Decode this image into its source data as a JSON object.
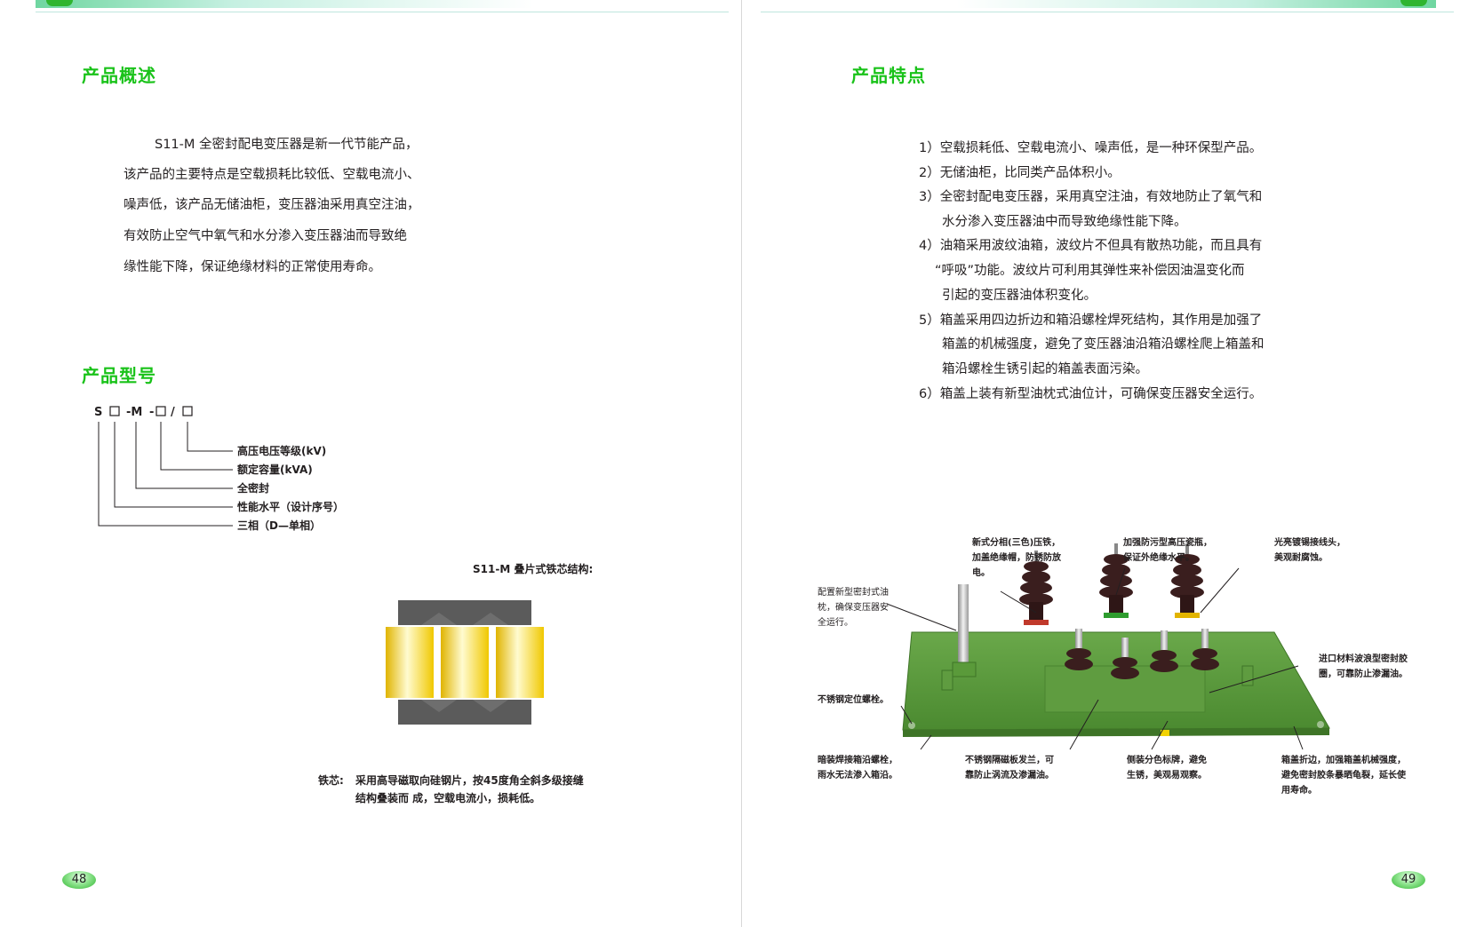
{
  "left_page": {
    "overview_heading": "产品概述",
    "overview_lines": [
      "S11-M 全密封配电变压器是新一代节能产品，",
      "该产品的主要特点是空载损耗比较低、空载电流小、",
      "噪声低，该产品无储油柜，变压器油采用真空注油，",
      "有效防止空气中氧气和水分渗入变压器油而导致绝",
      "缘性能下降，保证绝缘材料的正常使用寿命。"
    ],
    "model_heading": "产品型号",
    "model_code": {
      "s": "S",
      "m": "-M",
      "dash": "-",
      "slash": "/"
    },
    "model_legend": [
      "高压电压等级(kV)",
      "额定容量(kVA)",
      "全密封",
      "性能水平（设计序号）",
      "三相（D—单相）"
    ],
    "core_caption": "S11-M  叠片式铁芯结构:",
    "core_note_label": "铁芯:",
    "core_note_lines": [
      "采用高导磁取向硅钢片，按45度角全斜多级接缝",
      "结构叠装而 成，空载电流小，损耗低。"
    ],
    "page_number": "48"
  },
  "right_page": {
    "features_heading": "产品特点",
    "features": [
      "1）空载损耗低、空载电流小、噪声低，是一种环保型产品。",
      "2）无储油柜，比同类产品体积小。",
      "3）全密封配电变压器，采用真空注油，有效地防止了氧气和",
      "水分渗入变压器油中而导致绝缘性能下降。",
      "4）油箱采用波纹油箱，波纹片不但具有散热功能，而且具有",
      "“呼吸”功能。波纹片可利用其弹性来补偿因油温变化而",
      "引起的变压器油体积变化。",
      "5）箱盖采用四边折边和箱沿螺栓焊死结构，其作用是加强了",
      "箱盖的机械强度，避免了变压器油沿箱沿螺栓爬上箱盖和",
      "箱沿螺栓生锈引起的箱盖表面污染。",
      "6）箱盖上装有新型油枕式油位计，可确保变压器安全运行。"
    ],
    "callouts": {
      "clamp": [
        "新式分相(三色)压铁，",
        "加盖绝缘帽，防锈防放",
        "电。"
      ],
      "bushing": [
        "加强防污型高压瓷瓶，",
        "保证外绝缘水平。"
      ],
      "terminal": [
        "光亮镀锡接线头，",
        "美观耐腐蚀。"
      ],
      "gauge": [
        "配置新型密封式油",
        "枕，确保变压器安",
        "全运行。"
      ],
      "gasket": [
        "进口材料波浪型密封胶",
        "圈，可靠防止渗漏油。"
      ],
      "locating_bolt": [
        "不锈钢定位螺栓。"
      ],
      "weld_bolt": [
        "暗装焊接箱沿螺栓，",
        "雨水无法渗入箱沿。"
      ],
      "flange": [
        "不锈钢隔磁板发兰，可",
        "靠防止涡流及渗漏油。"
      ],
      "nameplate": [
        "侧装分色标牌，避免",
        "生锈，美观易观察。"
      ],
      "cover_edge": [
        "箱盖折边，加强箱盖机械强度，",
        "避免密封胶条暴晒龟裂，延长使",
        "用寿命。"
      ]
    },
    "page_number": "49"
  },
  "colors": {
    "heading_green": "#19c219",
    "cover_green": "#5a9a3a",
    "core_yellow": "#f5d20a",
    "core_gray": "#5b5b5b",
    "bushing_brown": "#3a1e1e"
  }
}
